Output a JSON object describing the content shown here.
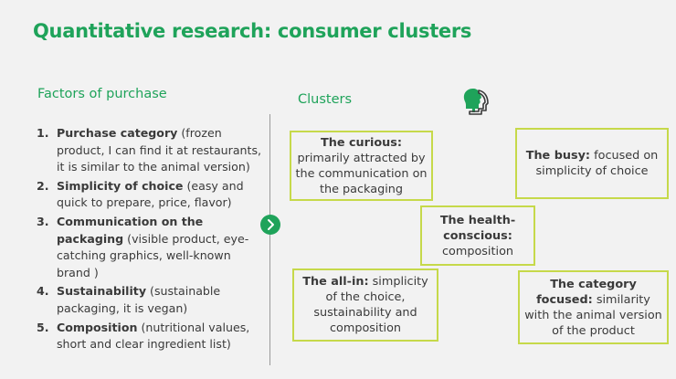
{
  "title": "Quantitative research: consumer clusters",
  "factors": {
    "heading": "Factors of purchase",
    "items": [
      {
        "num": "1.",
        "term": "Purchase category",
        "detail": "  (frozen product, I can find it at restaurants, it is similar to the animal version)"
      },
      {
        "num": "2.",
        "term": "Simplicity of choice",
        "detail": " (easy and quick to prepare, price, flavor)"
      },
      {
        "num": "3.",
        "term": "Communication on the packaging",
        "detail": " (visible product, eye-catching graphics, well-known brand )"
      },
      {
        "num": "4.",
        "term": "Sustainability",
        "detail": " (sustainable packaging, it is vegan)"
      },
      {
        "num": "5.",
        "term": "Composition",
        "detail": " (nutritional values, short and clear ingredient list)"
      }
    ]
  },
  "clusters": {
    "heading": "Clusters",
    "curious": {
      "term": "The curious:",
      "detail": " primarily attracted by the communication on the packaging"
    },
    "busy": {
      "term": "The busy:",
      "detail": " focused on simplicity of choice"
    },
    "health": {
      "term": "The health-conscious:",
      "detail": " composition"
    },
    "allin": {
      "term": "The all-in:",
      "detail": " simplicity of the choice, sustainability and composition"
    },
    "category": {
      "term": "The category focused:",
      "detail": " similarity with the animal version of the product"
    }
  },
  "colors": {
    "accent": "#1fa35a",
    "box_border": "#c6d94a"
  },
  "icons": {
    "head": "person-head-icon",
    "arrow": "chevron-right-icon"
  }
}
